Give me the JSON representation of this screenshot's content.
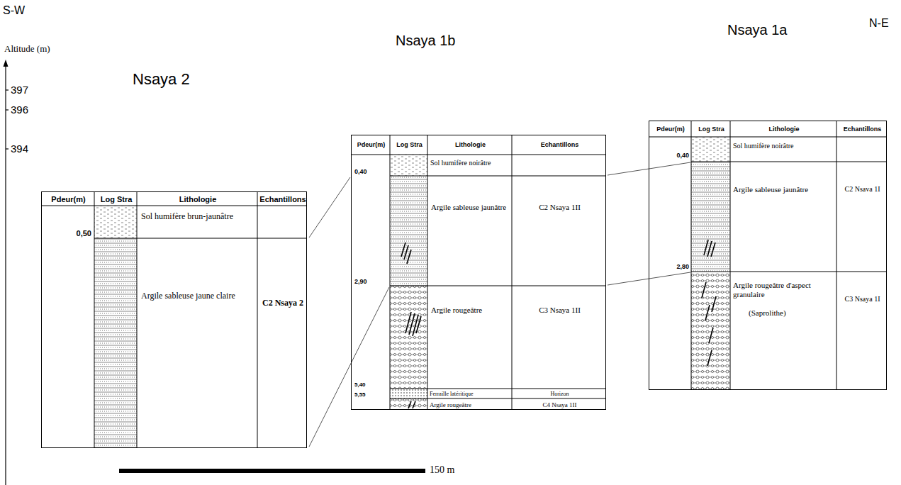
{
  "diagram": {
    "nodes": [
      {
        "text": [
          "Nsaya 2",
          "Pdeur(m)",
          "Log Stra",
          "Lithologie",
          "Echantillons",
          "Sol humifère brun-jaunâtre",
          "0,50",
          "Argile sableuse jaune claire",
          "C2 Nsaya 2"
        ]
      },
      {
        "text": [
          "Nsaya 1b",
          "Pdeur(m)",
          "Log Stra",
          "Lithologie",
          "Echantillons",
          "Sol humifère noirâtre",
          "0,40",
          "Argile sableuse jaunâtre",
          "C2 Nsaya 1II",
          "2,90",
          "Argile rougeâtre",
          "C3 Nsaya 1II",
          "5,40",
          "5,55",
          "Ferraille latéritique",
          "Horizon",
          "Argile rougeâtre",
          "C4 Nsaya 1II"
        ]
      },
      {
        "text": [
          "Nsaya 1a",
          "Pdeur(m)",
          "Log Stra",
          "Lithologie",
          "Echantillons",
          "Sol humifère noirâtre",
          "0,40",
          "Argile sableuse jaunâtre",
          "C2 Nsava 1I",
          "2,80",
          "Argile rougeâtre d'aspect granulaire",
          "(Saprolithe)",
          "C3 Nsaya 1I"
        ]
      }
    ],
    "labels": [
      "S-W",
      "N-E",
      "Altitude (m)",
      "397",
      "396",
      "394",
      "150 m"
    ]
  }
}
